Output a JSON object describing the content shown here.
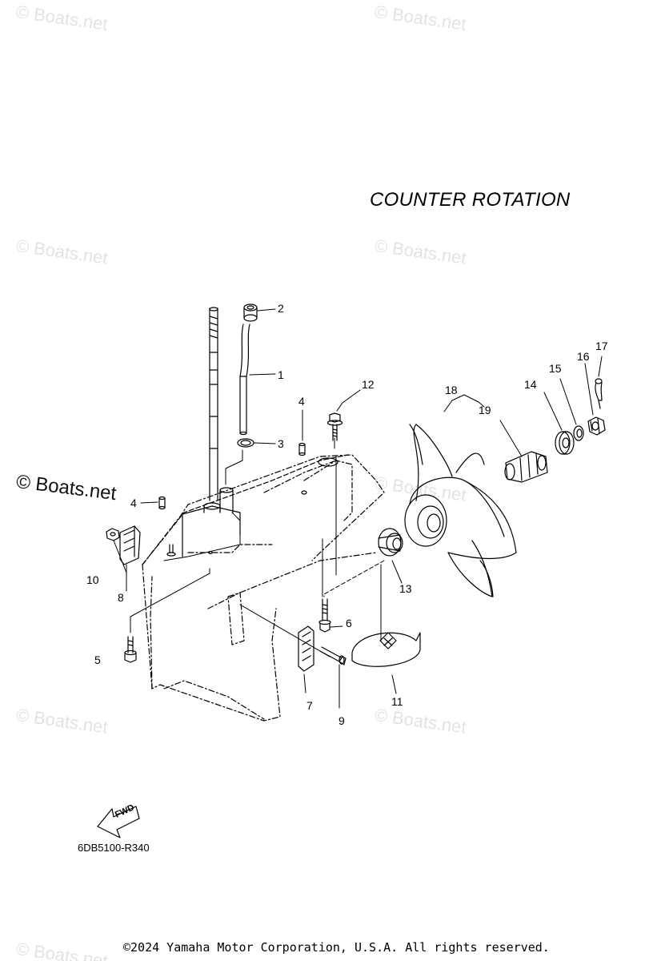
{
  "watermark": {
    "text": "© Boats.net"
  },
  "heading": "COUNTER  ROTATION",
  "reference_code": "6DB5100-R340",
  "fwd_label": "FWD",
  "copyright": "©2024 Yamaha Motor Corporation, U.S.A. All rights reserved.",
  "callouts": [
    {
      "id": "c1",
      "label": "1"
    },
    {
      "id": "c2",
      "label": "2"
    },
    {
      "id": "c3",
      "label": "3"
    },
    {
      "id": "c4a",
      "label": "4"
    },
    {
      "id": "c4b",
      "label": "4"
    },
    {
      "id": "c5",
      "label": "5"
    },
    {
      "id": "c6",
      "label": "6"
    },
    {
      "id": "c7",
      "label": "7"
    },
    {
      "id": "c8",
      "label": "8"
    },
    {
      "id": "c9",
      "label": "9"
    },
    {
      "id": "c10",
      "label": "10"
    },
    {
      "id": "c11",
      "label": "11"
    },
    {
      "id": "c12",
      "label": "12"
    },
    {
      "id": "c13",
      "label": "13"
    },
    {
      "id": "c14",
      "label": "14"
    },
    {
      "id": "c15",
      "label": "15"
    },
    {
      "id": "c16",
      "label": "16"
    },
    {
      "id": "c17",
      "label": "17"
    },
    {
      "id": "c18",
      "label": "18"
    },
    {
      "id": "c19",
      "label": "19"
    }
  ]
}
